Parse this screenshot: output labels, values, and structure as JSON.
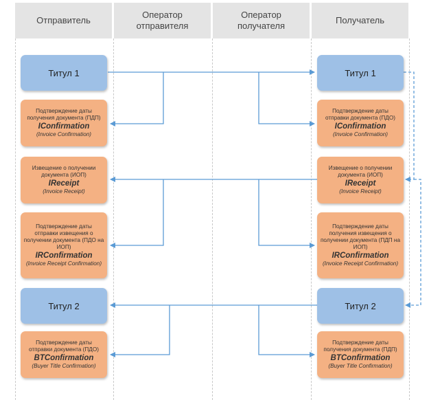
{
  "lanes": [
    {
      "label": "Отправитель"
    },
    {
      "label": "Оператор\nотправителя"
    },
    {
      "label": "Оператор\nполучателя"
    },
    {
      "label": "Получатель"
    }
  ],
  "boxes": {
    "titul1_sender": {
      "label": "Титул 1"
    },
    "titul1_receiver": {
      "label": "Титул 1"
    },
    "pdp_sender": {
      "text": "Подтверждение даты получения документа (ПДП)",
      "name": "IConfirmation",
      "full": "(Invoice Confirmation)"
    },
    "pdo_receiver": {
      "text": "Подтверждение даты отправки документа (ПДО)",
      "name": "IConfirmation",
      "full": "(Invoice Confirmation)"
    },
    "iop_sender": {
      "text": "Извещение о получении документа (ИОП)",
      "name": "IReceipt",
      "full": "(Invoice Receipt)"
    },
    "iop_receiver": {
      "text": "Извещение о получении документа (ИОП)",
      "name": "IReceipt",
      "full": "(Invoice Receipt)"
    },
    "pdo_iop_sender": {
      "text": "Подтверждение даты отправки извещения о получении документа (ПДО на ИОП)",
      "name": "IRConfirmation",
      "full": "(Invoice Receipt Confirmation)"
    },
    "pdp_iop_receiver": {
      "text": "Подтверждение даты получения извещения о получении документа (ПДП на ИОП)",
      "name": "IRConfirmation",
      "full": "(Invoice Receipt Confirmation)"
    },
    "titul2_sender": {
      "label": "Титул 2"
    },
    "titul2_receiver": {
      "label": "Титул 2"
    },
    "pdo_bt_sender": {
      "text": "Подтверждение даты отправки документа (ПДО)",
      "name": "BTConfirmation",
      "full": "(Buyer Title Confirmation)"
    },
    "pdp_bt_receiver": {
      "text": "Подтверждение даты получения документа (ПДП)",
      "name": "BTConfirmation",
      "full": "(Buyer Title Confirmation)"
    }
  },
  "colors": {
    "header_bg": "#e4e4e4",
    "title_box": "#9ec0e6",
    "doc_box": "#f4b183",
    "arrow": "#5b9bd5"
  }
}
